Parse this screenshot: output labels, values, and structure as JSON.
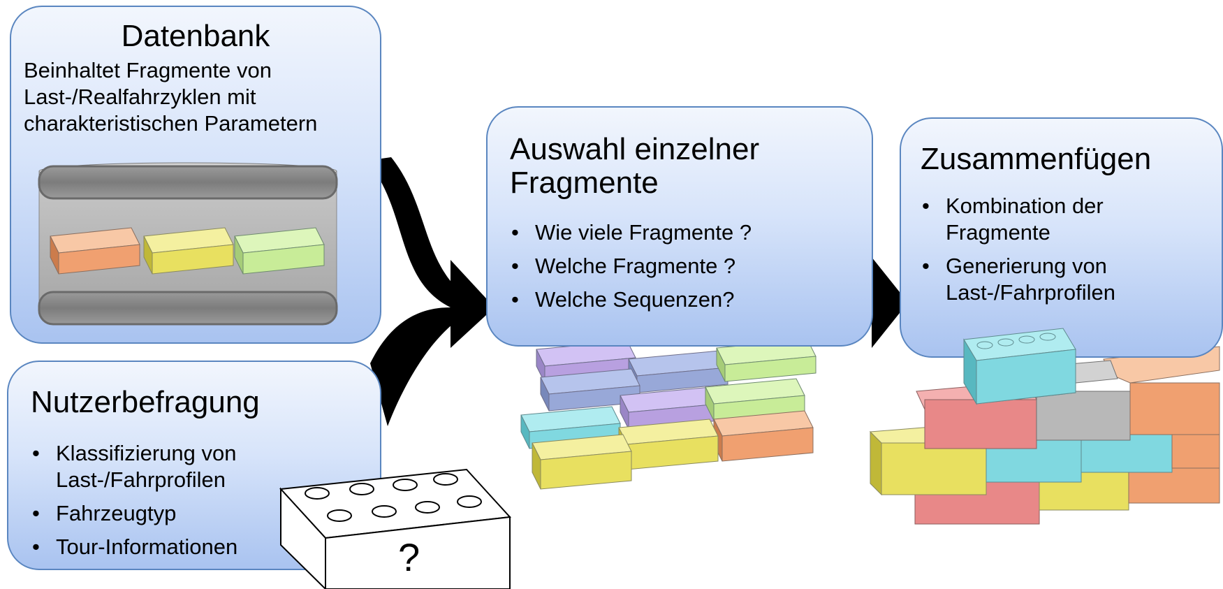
{
  "datenbank": {
    "title": "Datenbank",
    "description_lines": [
      "Beinhaltet Fragmente von",
      "Last-/Realfahrzyklen mit",
      "charakteristischen Parametern"
    ]
  },
  "nutzerbefragung": {
    "title": "Nutzerbefragung",
    "bullets": [
      "Klassifizierung von  Last-/Fahrprofilen",
      "Fahrzeugtyp",
      "Tour-Informationen"
    ]
  },
  "auswahl": {
    "title_lines": [
      "Auswahl einzelner",
      "Fragmente"
    ],
    "bullets": [
      "Wie viele Fragmente ?",
      "Welche Fragmente ?",
      "Welche Sequenzen?"
    ]
  },
  "zusammenfuegen": {
    "title": "Zusammenfügen",
    "bullets": [
      "Kombination der Fragmente",
      "Generierung von Last-/Fahrprofilen"
    ]
  },
  "unknown_brick": {
    "label": "?"
  },
  "colors": {
    "box_border": "#5a86c0",
    "arrow": "#000000",
    "orange": "#f0a070",
    "yellow": "#e8e060",
    "green": "#c8ec98",
    "purple": "#b8a0e0",
    "slate": "#98a8d8",
    "cyan": "#80d8e0",
    "red": "#e88888",
    "gray": "#b8b8b8"
  }
}
